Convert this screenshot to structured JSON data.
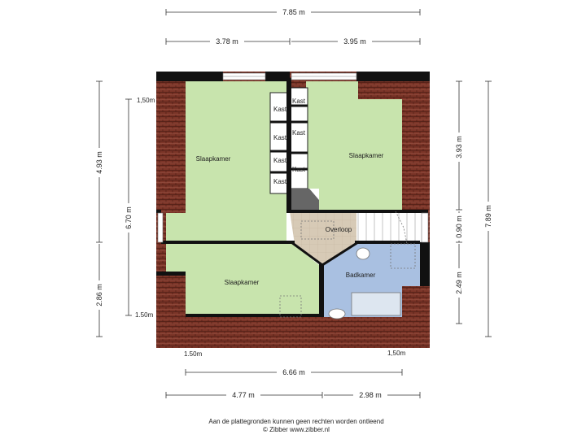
{
  "dimensions": {
    "top_total": "7.85 m",
    "top_left": "3.78 m",
    "top_right": "3.95 m",
    "left_top": "4.93 m",
    "left_bottom": "2.86 m",
    "left_inner": "6.70 m",
    "right_total": "7.89 m",
    "right_top": "3.93 m",
    "right_mid": "0.90 m",
    "right_bottom": "2.49 m",
    "bottom_inner": "6.66 m",
    "bottom_left": "4.77 m",
    "bottom_right": "2.98 m",
    "height_label_top_left": "1,50m",
    "height_label_bottom_left": "1.50m",
    "height_label_bottom_left2": "1.50m",
    "height_label_bottom_right": "1,50m"
  },
  "rooms": {
    "slaapkamer_left": "Slaapkamer",
    "slaapkamer_right": "Slaapkamer",
    "slaapkamer_bottom": "Slaapkamer",
    "overloop": "Overloop",
    "badkamer": "Badkamer"
  },
  "closets": [
    "Kast",
    "Kast",
    "Kast",
    "Kast",
    "Kast",
    "Kast",
    "Kast"
  ],
  "footer": {
    "disclaimer": "Aan de plattegronden kunnen geen rechten worden ontleend",
    "copyright": "© Zibber www.zibber.nl"
  },
  "colors": {
    "room_green": "#c9e5ae",
    "overloop": "#d6c9b5",
    "badkamer": "#a9bfe0",
    "roof_tile": "#7a3427",
    "wall": "#111111"
  }
}
